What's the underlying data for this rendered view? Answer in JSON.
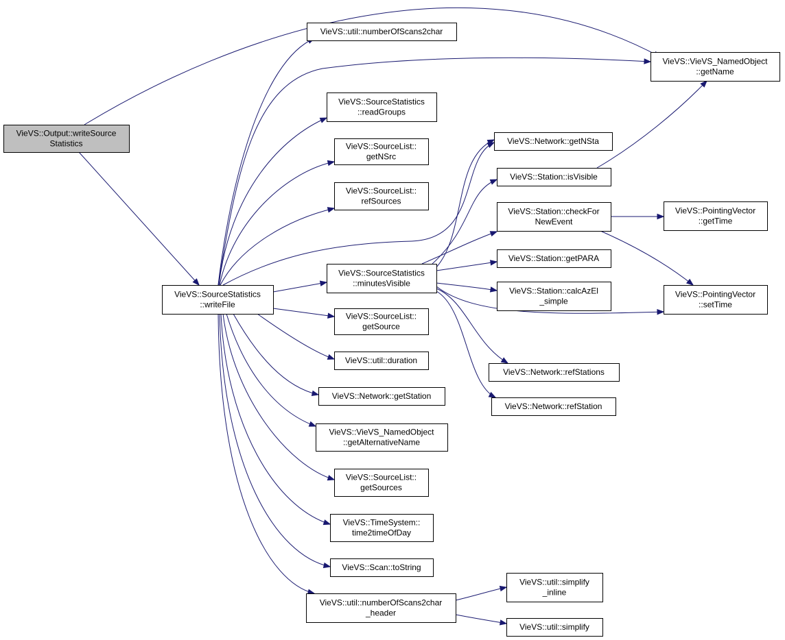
{
  "colors": {
    "edge": "#191970",
    "root_fill": "#bfbfbf",
    "node_fill": "#ffffff",
    "node_border": "#000000"
  },
  "nodes": [
    {
      "id": "writeSourceStatistics",
      "lines": [
        "VieVS::Output::writeSource",
        "Statistics"
      ],
      "highlight": true
    },
    {
      "id": "writeFile",
      "lines": [
        "VieVS::SourceStatistics",
        "::writeFile"
      ]
    },
    {
      "id": "numberOfScans2char",
      "lines": [
        "VieVS::util::numberOfScans2char"
      ]
    },
    {
      "id": "getName",
      "lines": [
        "VieVS::VieVS_NamedObject",
        "::getName"
      ]
    },
    {
      "id": "readGroups",
      "lines": [
        "VieVS::SourceStatistics",
        "::readGroups"
      ]
    },
    {
      "id": "getNSrc",
      "lines": [
        "VieVS::SourceList::",
        "getNSrc"
      ]
    },
    {
      "id": "refSources",
      "lines": [
        "VieVS::SourceList::",
        "refSources"
      ]
    },
    {
      "id": "minutesVisible",
      "lines": [
        "VieVS::SourceStatistics",
        "::minutesVisible"
      ]
    },
    {
      "id": "getSource",
      "lines": [
        "VieVS::SourceList::",
        "getSource"
      ]
    },
    {
      "id": "duration",
      "lines": [
        "VieVS::util::duration"
      ]
    },
    {
      "id": "getStation",
      "lines": [
        "VieVS::Network::getStation"
      ]
    },
    {
      "id": "getAlternativeName",
      "lines": [
        "VieVS::VieVS_NamedObject",
        "::getAlternativeName"
      ]
    },
    {
      "id": "getSources",
      "lines": [
        "VieVS::SourceList::",
        "getSources"
      ]
    },
    {
      "id": "time2timeOfDay",
      "lines": [
        "VieVS::TimeSystem::",
        "time2timeOfDay"
      ]
    },
    {
      "id": "toString",
      "lines": [
        "VieVS::Scan::toString"
      ]
    },
    {
      "id": "numberOfScans2char_header",
      "lines": [
        "VieVS::util::numberOfScans2char",
        "_header"
      ]
    },
    {
      "id": "getNSta",
      "lines": [
        "VieVS::Network::getNSta"
      ]
    },
    {
      "id": "isVisible",
      "lines": [
        "VieVS::Station::isVisible"
      ]
    },
    {
      "id": "checkForNewEvent",
      "lines": [
        "VieVS::Station::checkFor",
        "NewEvent"
      ]
    },
    {
      "id": "getPARA",
      "lines": [
        "VieVS::Station::getPARA"
      ]
    },
    {
      "id": "calcAzEl_simple",
      "lines": [
        "VieVS::Station::calcAzEl",
        "_simple"
      ]
    },
    {
      "id": "refStations",
      "lines": [
        "VieVS::Network::refStations"
      ]
    },
    {
      "id": "refStation",
      "lines": [
        "VieVS::Network::refStation"
      ]
    },
    {
      "id": "pv_getTime",
      "lines": [
        "VieVS::PointingVector",
        "::getTime"
      ]
    },
    {
      "id": "pv_setTime",
      "lines": [
        "VieVS::PointingVector",
        "::setTime"
      ]
    },
    {
      "id": "simplify_inline",
      "lines": [
        "VieVS::util::simplify",
        "_inline"
      ]
    },
    {
      "id": "simplify",
      "lines": [
        "VieVS::util::simplify"
      ]
    }
  ],
  "edges": [
    {
      "from": "writeSourceStatistics",
      "to": "getName"
    },
    {
      "from": "writeSourceStatistics",
      "to": "writeFile"
    },
    {
      "from": "writeFile",
      "to": "numberOfScans2char"
    },
    {
      "from": "writeFile",
      "to": "getName"
    },
    {
      "from": "writeFile",
      "to": "readGroups"
    },
    {
      "from": "writeFile",
      "to": "getNSrc"
    },
    {
      "from": "writeFile",
      "to": "refSources"
    },
    {
      "from": "writeFile",
      "to": "getNSta"
    },
    {
      "from": "writeFile",
      "to": "minutesVisible"
    },
    {
      "from": "writeFile",
      "to": "getSource"
    },
    {
      "from": "writeFile",
      "to": "duration"
    },
    {
      "from": "writeFile",
      "to": "getStation"
    },
    {
      "from": "writeFile",
      "to": "getAlternativeName"
    },
    {
      "from": "writeFile",
      "to": "getSources"
    },
    {
      "from": "writeFile",
      "to": "time2timeOfDay"
    },
    {
      "from": "writeFile",
      "to": "toString"
    },
    {
      "from": "writeFile",
      "to": "numberOfScans2char_header"
    },
    {
      "from": "minutesVisible",
      "to": "getNSta"
    },
    {
      "from": "minutesVisible",
      "to": "isVisible"
    },
    {
      "from": "minutesVisible",
      "to": "checkForNewEvent"
    },
    {
      "from": "minutesVisible",
      "to": "getPARA"
    },
    {
      "from": "minutesVisible",
      "to": "calcAzEl_simple"
    },
    {
      "from": "minutesVisible",
      "to": "pv_setTime"
    },
    {
      "from": "minutesVisible",
      "to": "refStations"
    },
    {
      "from": "minutesVisible",
      "to": "refStation"
    },
    {
      "from": "isVisible",
      "to": "getName"
    },
    {
      "from": "checkForNewEvent",
      "to": "pv_getTime"
    },
    {
      "from": "checkForNewEvent",
      "to": "pv_setTime"
    },
    {
      "from": "numberOfScans2char_header",
      "to": "simplify_inline"
    },
    {
      "from": "numberOfScans2char_header",
      "to": "simplify"
    }
  ]
}
